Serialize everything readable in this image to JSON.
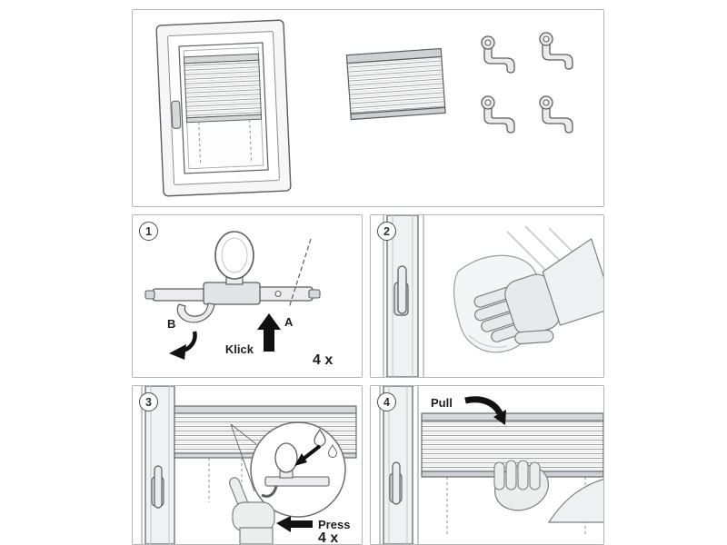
{
  "sheet": {
    "background": "#ffffff",
    "panel_border": "#b4b6b8",
    "line_color": "#5b5d60",
    "arrow_color": "#111111"
  },
  "overview": {
    "illustrations": [
      "window-with-pleated-blind",
      "pleated-blind-unit",
      "clamp-bracket-x4"
    ]
  },
  "steps": {
    "step1": {
      "number": "1",
      "label_b": "B",
      "label_a": "A",
      "klick": "Klick",
      "quantity": "4 x"
    },
    "step2": {
      "number": "2"
    },
    "step3": {
      "number": "3",
      "press": "Press",
      "quantity": "4 x"
    },
    "step4": {
      "number": "4",
      "pull": "Pull"
    }
  }
}
